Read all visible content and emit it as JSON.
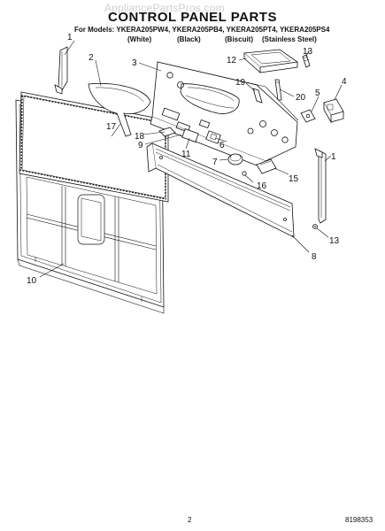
{
  "watermark": "AppliancePartsPros.com",
  "title": "CONTROL PANEL PARTS",
  "models_line": "For Models: YKERA205PW4, YKERA205PB4, YKERA205PT4, YKERA205PS4",
  "variants": [
    "(White)",
    "(Black)",
    "(Biscuit)",
    "(Stainless Steel)"
  ],
  "callouts": [
    {
      "id": "1a",
      "label": "1"
    },
    {
      "id": "1b",
      "label": "1"
    },
    {
      "id": "2",
      "label": "2"
    },
    {
      "id": "3",
      "label": "3"
    },
    {
      "id": "4",
      "label": "4"
    },
    {
      "id": "5",
      "label": "5"
    },
    {
      "id": "6",
      "label": "6"
    },
    {
      "id": "7",
      "label": "7"
    },
    {
      "id": "8",
      "label": "8"
    },
    {
      "id": "9",
      "label": "9"
    },
    {
      "id": "10",
      "label": "10"
    },
    {
      "id": "11",
      "label": "11"
    },
    {
      "id": "12",
      "label": "12"
    },
    {
      "id": "13a",
      "label": "13"
    },
    {
      "id": "13b",
      "label": "13"
    },
    {
      "id": "15",
      "label": "15"
    },
    {
      "id": "16",
      "label": "16"
    },
    {
      "id": "17",
      "label": "17"
    },
    {
      "id": "18",
      "label": "18"
    },
    {
      "id": "19",
      "label": "19"
    },
    {
      "id": "20",
      "label": "20"
    }
  ],
  "footer": {
    "page": "2",
    "doc_number": "8198353"
  }
}
